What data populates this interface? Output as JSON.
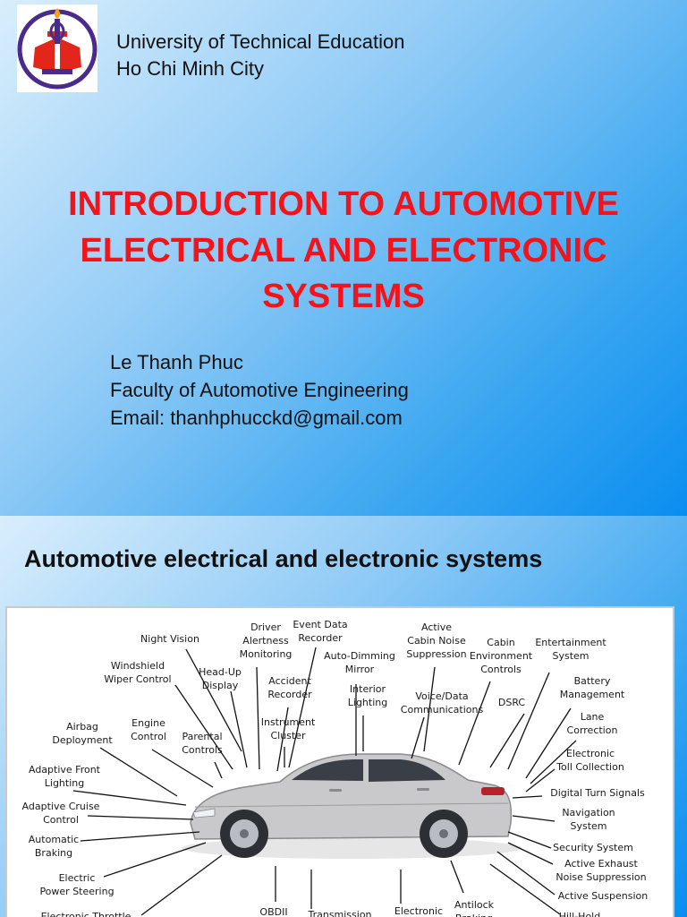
{
  "slide1": {
    "institution": [
      "University of Technical Education",
      "Ho Chi Minh City"
    ],
    "title_lines": [
      "INTRODUCTION TO AUTOMOTIVE",
      "ELECTRICAL AND ELECTRONIC",
      "SYSTEMS"
    ],
    "author_lines": [
      "Le Thanh Phuc",
      "Faculty of Automotive Engineering",
      "Email: thanhphucckd@gmail.com"
    ]
  },
  "slide2": {
    "heading": "Automotive electrical and electronic systems",
    "diagram_labels": {
      "night_vision": [
        "Night Vision"
      ],
      "driver_alertness": [
        "Driver",
        "Alertness",
        "Monitoring"
      ],
      "event_data_recorder": [
        "Event Data",
        "Recorder"
      ],
      "active_cabin_noise": [
        "Active",
        "Cabin Noise",
        "Suppression"
      ],
      "cabin_environment": [
        "Cabin",
        "Environment",
        "Controls"
      ],
      "entertainment": [
        "Entertainment",
        "System"
      ],
      "windshield_wiper": [
        "Windshield",
        "Wiper Control"
      ],
      "head_up_display": [
        "Head-Up",
        "Display"
      ],
      "accident_recorder": [
        "Accident",
        "Recorder"
      ],
      "auto_dimming_mirror": [
        "Auto-Dimming",
        "Mirror"
      ],
      "interior_lighting": [
        "Interior",
        "Lighting"
      ],
      "voice_data": [
        "Voice/Data",
        "Communications"
      ],
      "dsrc": [
        "DSRC"
      ],
      "battery_management": [
        "Battery",
        "Management"
      ],
      "airbag": [
        "Airbag",
        "Deployment"
      ],
      "engine_control": [
        "Engine",
        "Control"
      ],
      "parental_controls": [
        "Parental",
        "Controls"
      ],
      "instrument_cluster": [
        "Instrument",
        "Cluster"
      ],
      "lane_correction": [
        "Lane",
        "Correction"
      ],
      "electronic_toll": [
        "Electronic",
        "Toll Collection"
      ],
      "adaptive_front_lighting": [
        "Adaptive Front",
        "Lighting"
      ],
      "digital_turn_signals": [
        "Digital Turn Signals"
      ],
      "adaptive_cruise": [
        "Adaptive Cruise",
        "Control"
      ],
      "navigation": [
        "Navigation",
        "System"
      ],
      "automatic_braking": [
        "Automatic",
        "Braking"
      ],
      "security_system": [
        "Security System"
      ],
      "active_exhaust": [
        "Active Exhaust",
        "Noise Suppression"
      ],
      "electric_power_steering": [
        "Electric",
        "Power Steering"
      ],
      "active_suspension": [
        "Active Suspension"
      ],
      "electronic_throttle": [
        "Electronic Throttle"
      ],
      "obdii": [
        "OBDII"
      ],
      "transmission": [
        "Transmission"
      ],
      "electronic": [
        "Electronic"
      ],
      "antilock_braking": [
        "Antilock",
        "Braking"
      ],
      "hill_hold": [
        "Hill-Hold"
      ]
    }
  }
}
